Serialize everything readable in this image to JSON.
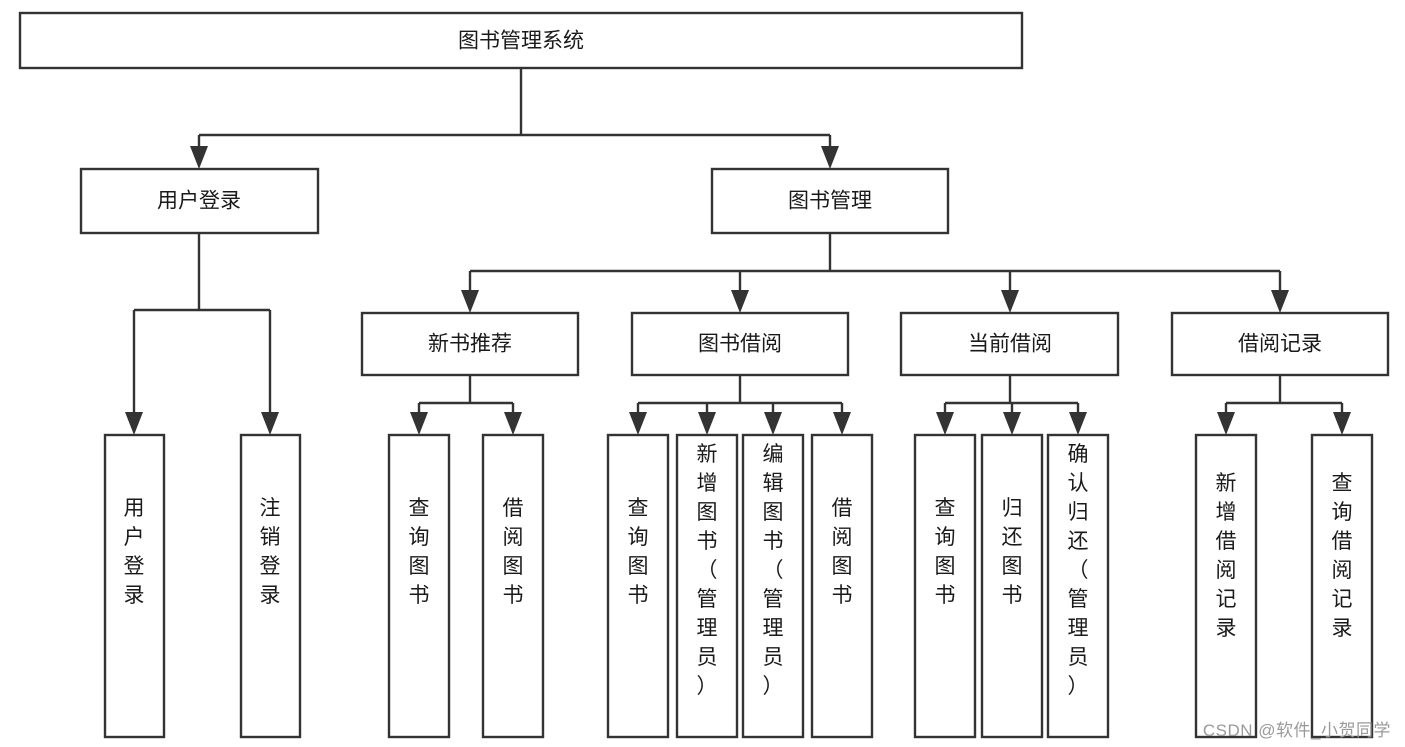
{
  "diagram": {
    "type": "tree",
    "orientation": "top-down",
    "root": {
      "id": "root",
      "label": "图书管理系统"
    },
    "level2": [
      {
        "id": "user-login",
        "label": "用户登录"
      },
      {
        "id": "book-management",
        "label": "图书管理"
      }
    ],
    "level3": [
      {
        "id": "new-book-recommend",
        "label": "新书推荐",
        "parent": "book-management"
      },
      {
        "id": "book-borrow",
        "label": "图书借阅",
        "parent": "book-management"
      },
      {
        "id": "current-borrow",
        "label": "当前借阅",
        "parent": "book-management"
      },
      {
        "id": "borrow-record",
        "label": "借阅记录",
        "parent": "book-management"
      }
    ],
    "leaves": {
      "user-login": [
        {
          "id": "leaf-user-login",
          "label": "用户登录"
        },
        {
          "id": "leaf-logout",
          "label": "注销登录"
        }
      ],
      "new-book-recommend": [
        {
          "id": "leaf-query-book-1",
          "label": "查询图书"
        },
        {
          "id": "leaf-borrow-book-1",
          "label": "借阅图书"
        }
      ],
      "book-borrow": [
        {
          "id": "leaf-query-book-2",
          "label": "查询图书"
        },
        {
          "id": "leaf-add-book",
          "label": "新增图书（管理员）"
        },
        {
          "id": "leaf-edit-book",
          "label": "编辑图书（管理员）"
        },
        {
          "id": "leaf-borrow-book-2",
          "label": "借阅图书"
        }
      ],
      "current-borrow": [
        {
          "id": "leaf-query-book-3",
          "label": "查询图书"
        },
        {
          "id": "leaf-return-book",
          "label": "归还图书"
        },
        {
          "id": "leaf-confirm-return",
          "label": "确认归还（管理员）"
        }
      ],
      "borrow-record": [
        {
          "id": "leaf-add-record",
          "label": "新增借阅记录"
        },
        {
          "id": "leaf-query-record",
          "label": "查询借阅记录"
        }
      ]
    },
    "colors": {
      "stroke": "#333333",
      "fill": "#ffffff",
      "text": "#1a1a1a",
      "watermark": "#9a9a9a"
    }
  },
  "watermark": {
    "text": "CSDN @软件_小贺同学"
  }
}
